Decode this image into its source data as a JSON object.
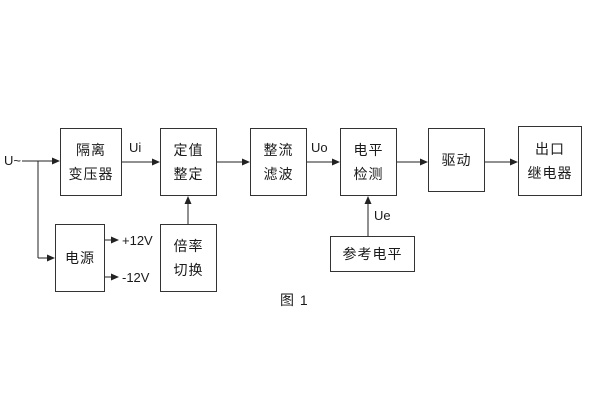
{
  "caption": "图 1",
  "input_label": "U~",
  "signals": {
    "ui": "Ui",
    "uo": "Uo",
    "ue": "Ue"
  },
  "rails": {
    "plus": "+12V",
    "minus": "-12V"
  },
  "blocks": {
    "transformer": {
      "label": "隔离\n变压器"
    },
    "setting": {
      "label": "定值\n整定"
    },
    "rectifier": {
      "label": "整流\n滤波"
    },
    "level_detect": {
      "label": "电平\n检测"
    },
    "drive": {
      "label": "驱动"
    },
    "output_relay": {
      "label": "出口\n继电器"
    },
    "power": {
      "label": "电源"
    },
    "ratio_switch": {
      "label": "倍率\n切换"
    },
    "reference": {
      "label": "参考电平"
    }
  }
}
